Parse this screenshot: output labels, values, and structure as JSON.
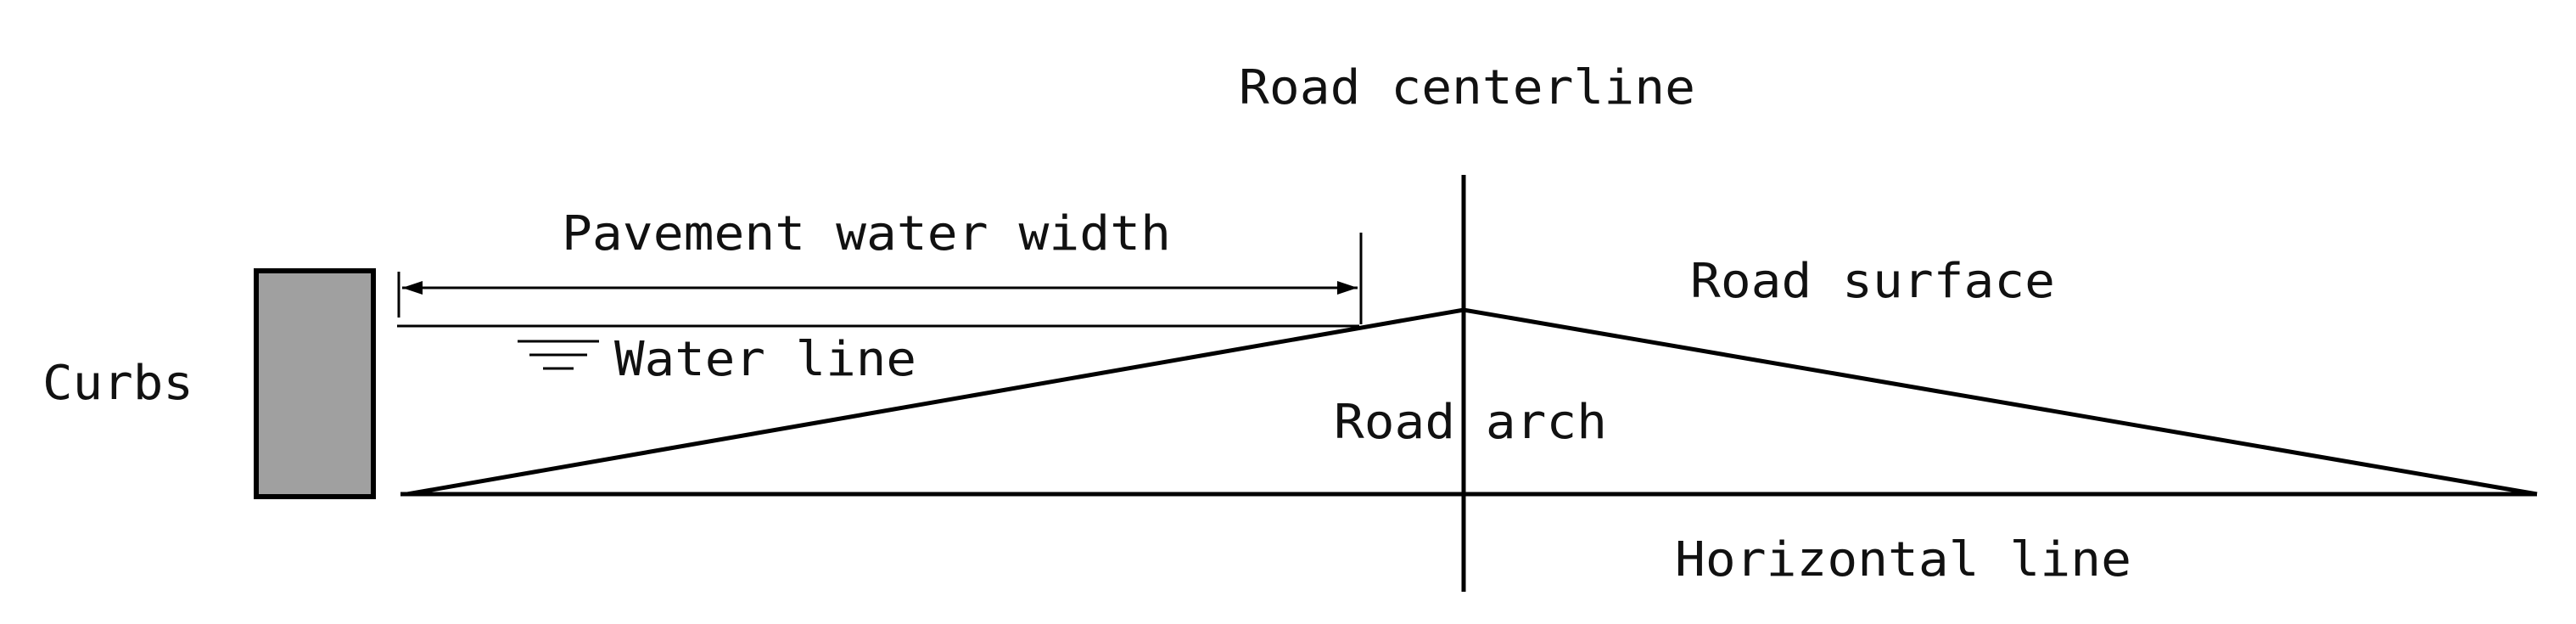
{
  "labels": {
    "road_centerline": "Road centerline",
    "pavement_water_width": "Pavement water width",
    "road_surface": "Road surface",
    "curbs": "Curbs",
    "water_line": "Water line",
    "road_arch": "Road arch",
    "horizontal_line": "Horizontal line"
  },
  "colors": {
    "curb_fill": "#a0a0a0",
    "line": "#000000",
    "background": "#ffffff"
  },
  "icons": {
    "water_level": "water-level-symbol"
  }
}
